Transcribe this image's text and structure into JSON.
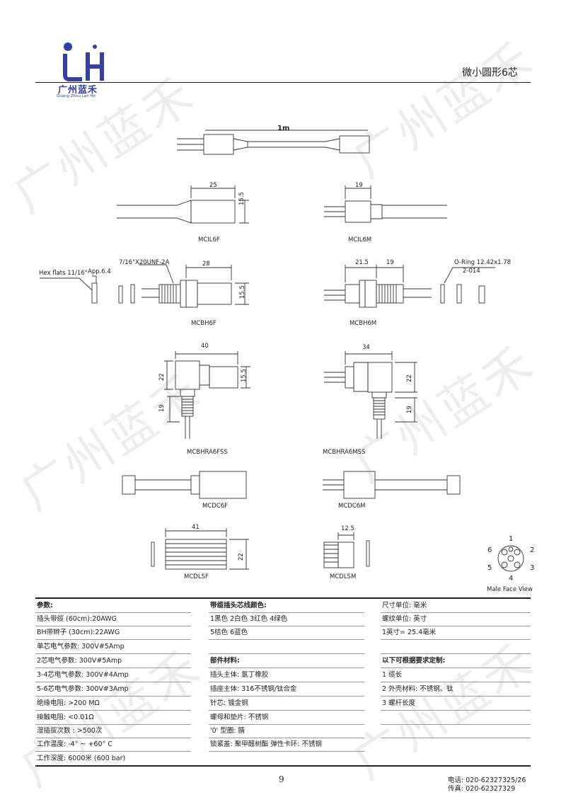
{
  "header": {
    "logo_initials": "LH",
    "logo_cn": "广州蓝禾",
    "logo_en": "Guang Zhou Lan He",
    "title": "微小圆形6芯"
  },
  "watermark": "广州蓝禾",
  "drawing": {
    "top_length": "1m",
    "models": {
      "mcil6f": {
        "name": "MCIL6F",
        "dim_w": "25",
        "dim_h": "15.5"
      },
      "mcil6m": {
        "name": "MCIL6M",
        "dim_w": "19"
      },
      "mcbh6f": {
        "name": "MCBH6F",
        "thread": "7/16\"X20UNF-2A",
        "dim_w": "28",
        "dim_h": "15.5",
        "hex": "Hex flats 11/16\"",
        "app": "App.6.4"
      },
      "mcbh6m": {
        "name": "MCBH6M",
        "dim_w1": "21.5",
        "dim_w2": "19",
        "oring": "O-Ring 12.42x1.78",
        "oring2": "2-014"
      },
      "mcbhra6fss": {
        "name": "MCBHRA6FSS",
        "dim_w": "40",
        "dim_h": "15.5",
        "dim_v1": "22",
        "dim_v2": "19"
      },
      "mcbhra6mss": {
        "name": "MCBHRA6MSS",
        "dim_w": "34",
        "dim_v1": "22",
        "dim_v2": "19"
      },
      "mcdc6f": {
        "name": "MCDC6F"
      },
      "mcdc6m": {
        "name": "MCDC6M"
      },
      "mcdlsf": {
        "name": "MCDLSF",
        "dim_w": "41",
        "dim_h": "22"
      },
      "mcdlsm": {
        "name": "MCDLSM",
        "dim_w": "12.5"
      }
    },
    "pins": [
      "6",
      "1",
      "2",
      "5",
      "3",
      "4"
    ],
    "face_view": "Male Face View"
  },
  "table": {
    "col1": {
      "header": "参数:",
      "rows": [
        "插头带缆 (60cm):20AWG",
        "BH带辫子 (30cm):22AWG",
        "单芯电气参数: 300V#5Amp",
        "2芯电气参数: 300V#5Amp",
        "3-4芯电气参数: 300V#4Amp",
        "5-6芯电气参数: 300V#3Amp",
        "绝缘电阻: >200 MΩ",
        "接触电阻: <0.01Ω",
        "湿插拔次数 : >500次",
        "工作温度: -4° ~ +60° C",
        "工作深度: 6000米 (600 bar)"
      ]
    },
    "col2": {
      "header": "带缆插头芯线颜色:",
      "rows": [
        "1黑色 2白色 3红色 4绿色",
        "5桔色 6蓝色"
      ],
      "header2": "部件材料:",
      "rows2": [
        "插头主体: 氯丁橡胶",
        "插座主体: 316不锈钢/钛合金",
        "针芯: 镀金铜",
        "螺母和垫片: 不锈钢",
        "'0' 型圈: 腈",
        "锁紧盖: 聚甲醛树酯   弹性卡环: 不锈钢"
      ]
    },
    "col3": {
      "rows": [
        "尺寸单位: 毫米",
        "螺纹单位: 英寸",
        "1英寸= 25.4毫米"
      ],
      "header2": "以下可根据要求定制:",
      "rows2": [
        "1 缆长",
        "2 外壳材料: 不锈钢、钛",
        "3 螺杆长度"
      ]
    }
  },
  "footer": {
    "page": "9",
    "phone": "电话: 020-62327325/26",
    "fax": "传真: 020-62327329"
  },
  "colors": {
    "logo_blue": "#3340a8",
    "line": "#333333"
  }
}
